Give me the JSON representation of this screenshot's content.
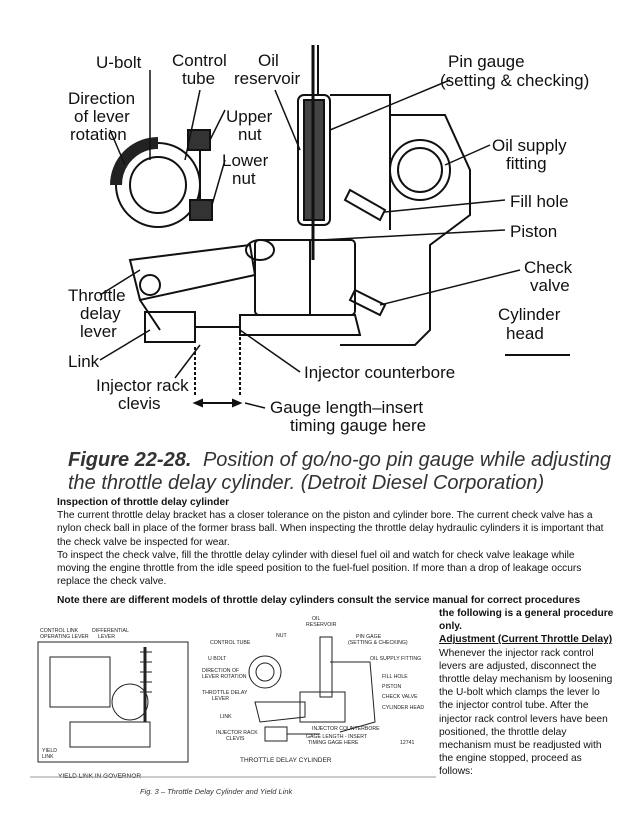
{
  "figure_top": {
    "labels": {
      "ubolt": "U-bolt",
      "control_tube_1": "Control",
      "control_tube_2": "tube",
      "oil_res_1": "Oil",
      "oil_res_2": "reservoir",
      "pin_gauge_1": "Pin gauge",
      "pin_gauge_2": "(setting & checking)",
      "direction_1": "Direction",
      "direction_2": "of lever",
      "direction_3": "rotation",
      "upper_nut_1": "Upper",
      "upper_nut_2": "nut",
      "lower_nut_1": "Lower",
      "lower_nut_2": "nut",
      "oil_supply_1": "Oil supply",
      "oil_supply_2": "fitting",
      "fill_hole": "Fill hole",
      "piston": "Piston",
      "check_valve_1": "Check",
      "check_valve_2": "valve",
      "throttle_lever_1": "Throttle",
      "throttle_lever_2": "delay",
      "throttle_lever_3": "lever",
      "cylinder_head_1": "Cylinder",
      "cylinder_head_2": "head",
      "link": "Link",
      "injector_counterbore": "Injector counterbore",
      "injector_rack_1": "Injector rack",
      "injector_rack_2": "clevis",
      "gauge_length_1": "Gauge length–insert",
      "gauge_length_2": "timing gauge here"
    },
    "caption_bold": "Figure 22-28.",
    "caption_line1": "Position of go/no-go pin gauge while adjusting",
    "caption_line2": "the throttle delay cylinder. (Detroit Diesel Corporation)"
  },
  "article": {
    "heading": "Inspection of throttle delay cylinder",
    "para1": "The current throttle delay bracket has a closer tolerance on the piston and cylinder bore. The current check valve has a nylon check ball in place of the former brass ball. When inspecting the throttle delay hydraulic cylinders it is important that the check valve be inspected for wear.",
    "para2": "To inspect the check valve, fill the throttle delay cylinder with diesel fuel oil and watch for check valve leakage while moving the engine throttle from the idle speed position to the fuel-fuel position. If more than a drop of leakage occurs replace the check valve.",
    "note_line1": "Note there are different models of throttle delay cylinders consult the service manual for correct procedures",
    "note_cont": "the following is a general procedure only.",
    "adjustment_heading": "Adjustment (Current Throttle Delay)",
    "adjustment_body": "Whenever the injector rack control levers are adjusted, disconnect the throttle delay mechanism by loosening the U-bolt which clamps the lever lo the injector control tube. After the injector rack control levers have been positioned, the throttle delay mechanism must be readjusted with the engine stopped, proceed as follows:"
  },
  "figure_bottom": {
    "left_labels": {
      "control_link": "CONTROL LINK",
      "operating_lever": "OPERATING LEVER",
      "differential": "DIFFERENTIAL",
      "lever": "LEVER",
      "yield": "YIELD",
      "link": "LINK",
      "caption": "YIELD LINK IN GOVERNOR"
    },
    "right_labels": {
      "control_tube": "CONTROL TUBE",
      "nut": "NUT",
      "oil_reservoir_1": "OIL",
      "oil_reservoir_2": "RESERVOIR",
      "pin_gage_1": "PIN GAGE",
      "pin_gage_2": "(SETTING & CHECKING)",
      "u_bolt": "U BOLT",
      "oil_supply": "OIL SUPPLY FITTING",
      "direction_1": "DIRECTION OF",
      "direction_2": "LEVER ROTATION",
      "fill_hole": "FILL HOLE",
      "throttle_delay_1": "THROTTLE DELAY",
      "throttle_delay_2": "LEVER",
      "piston": "PISTON",
      "check_valve": "CHECK VALVE",
      "cylinder_head": "CYLINDER HEAD",
      "link": "LINK",
      "injector_counterbore": "INJECTOR COUNTERBORE",
      "injector_rack_1": "INJECTOR RACK",
      "injector_rack_2": "CLEVIS",
      "gage_length_1": "GAGE LENGTH - INSERT",
      "gage_length_2": "TIMING GAGE HERE",
      "fig_code": "12741",
      "caption": "THROTTLE DELAY CYLINDER"
    },
    "caption": "Fig. 3 – Throttle Delay Cylinder and Yield Link"
  }
}
